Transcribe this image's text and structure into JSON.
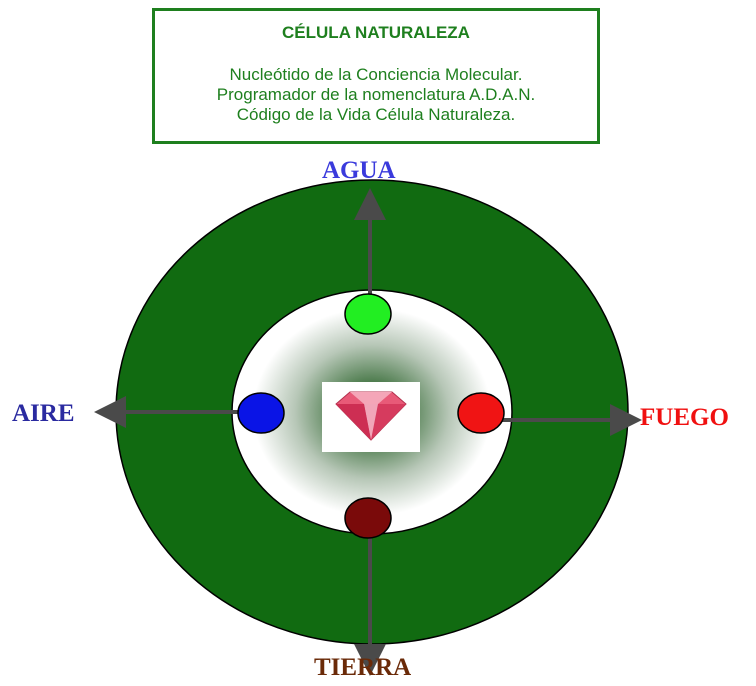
{
  "title_box": {
    "heading": "CÉLULA NATURALEZA",
    "lines": [
      "Nucleótido de la Conciencia Molecular.",
      "Programador de la nomenclatura A.D.A.N.",
      "Código de la Vida Célula Naturaleza."
    ]
  },
  "labels": {
    "agua": "AGUA",
    "aire": "AIRE",
    "fuego": "FUEGO",
    "tierra": "TIERRA"
  },
  "colors": {
    "border_green": "#1e7f1e",
    "ring_green": "#116b11",
    "agua_node": "#22ee22",
    "aire_node": "#0a14e6",
    "fuego_node": "#f01414",
    "tierra_node": "#7a0a0a",
    "agua_text": "#3a3adc",
    "aire_text": "#2a2aa0",
    "fuego_text": "#f01010",
    "tierra_text": "#6a2a08",
    "arrow": "#4a4a4a"
  },
  "center_icon": "pink-diamond-icon"
}
